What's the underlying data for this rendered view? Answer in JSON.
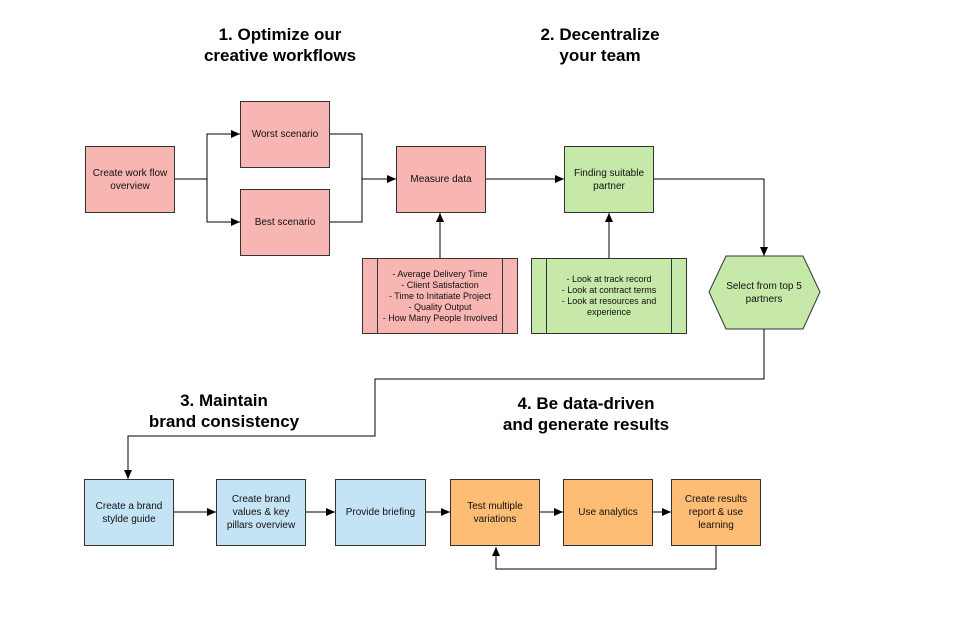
{
  "sections": [
    {
      "line1": "1. Optimize our",
      "line2": "creative workflows"
    },
    {
      "line1": "2. Decentralize",
      "line2": "your team"
    },
    {
      "line1": "3. Maintain",
      "line2": "brand consistency"
    },
    {
      "line1": "4. Be data-driven",
      "line2": "and generate results"
    }
  ],
  "nodes": {
    "workflow_overview": "Create work flow overview",
    "worst_scenario": "Worst scenario",
    "best_scenario": "Best scenario",
    "measure_data": "Measure data",
    "finding_partner": "Finding suitable partner",
    "select_partners": "Select from top 5 partners",
    "brand_style_guide": "Create a brand stylde guide",
    "brand_values": "Create brand values & key pillars overview",
    "provide_briefing": "Provide briefing",
    "test_variations": "Test multiple variations",
    "use_analytics": "Use analytics",
    "results_report": "Create results report & use learning"
  },
  "notes": {
    "metrics": [
      "- Average Delivery Time",
      "- Client Satisfaction",
      "- Time to Initatiate Project",
      "- Quality Output",
      "- How Many People Involved"
    ],
    "partner_criteria": [
      "- Look at track record",
      "- Look at contract terms",
      "- Look at resources and",
      "experience"
    ]
  },
  "colors": {
    "red": "#f8b6b2",
    "green": "#c6e8a9",
    "blue": "#c4e3f5",
    "orange": "#fdbd74"
  }
}
